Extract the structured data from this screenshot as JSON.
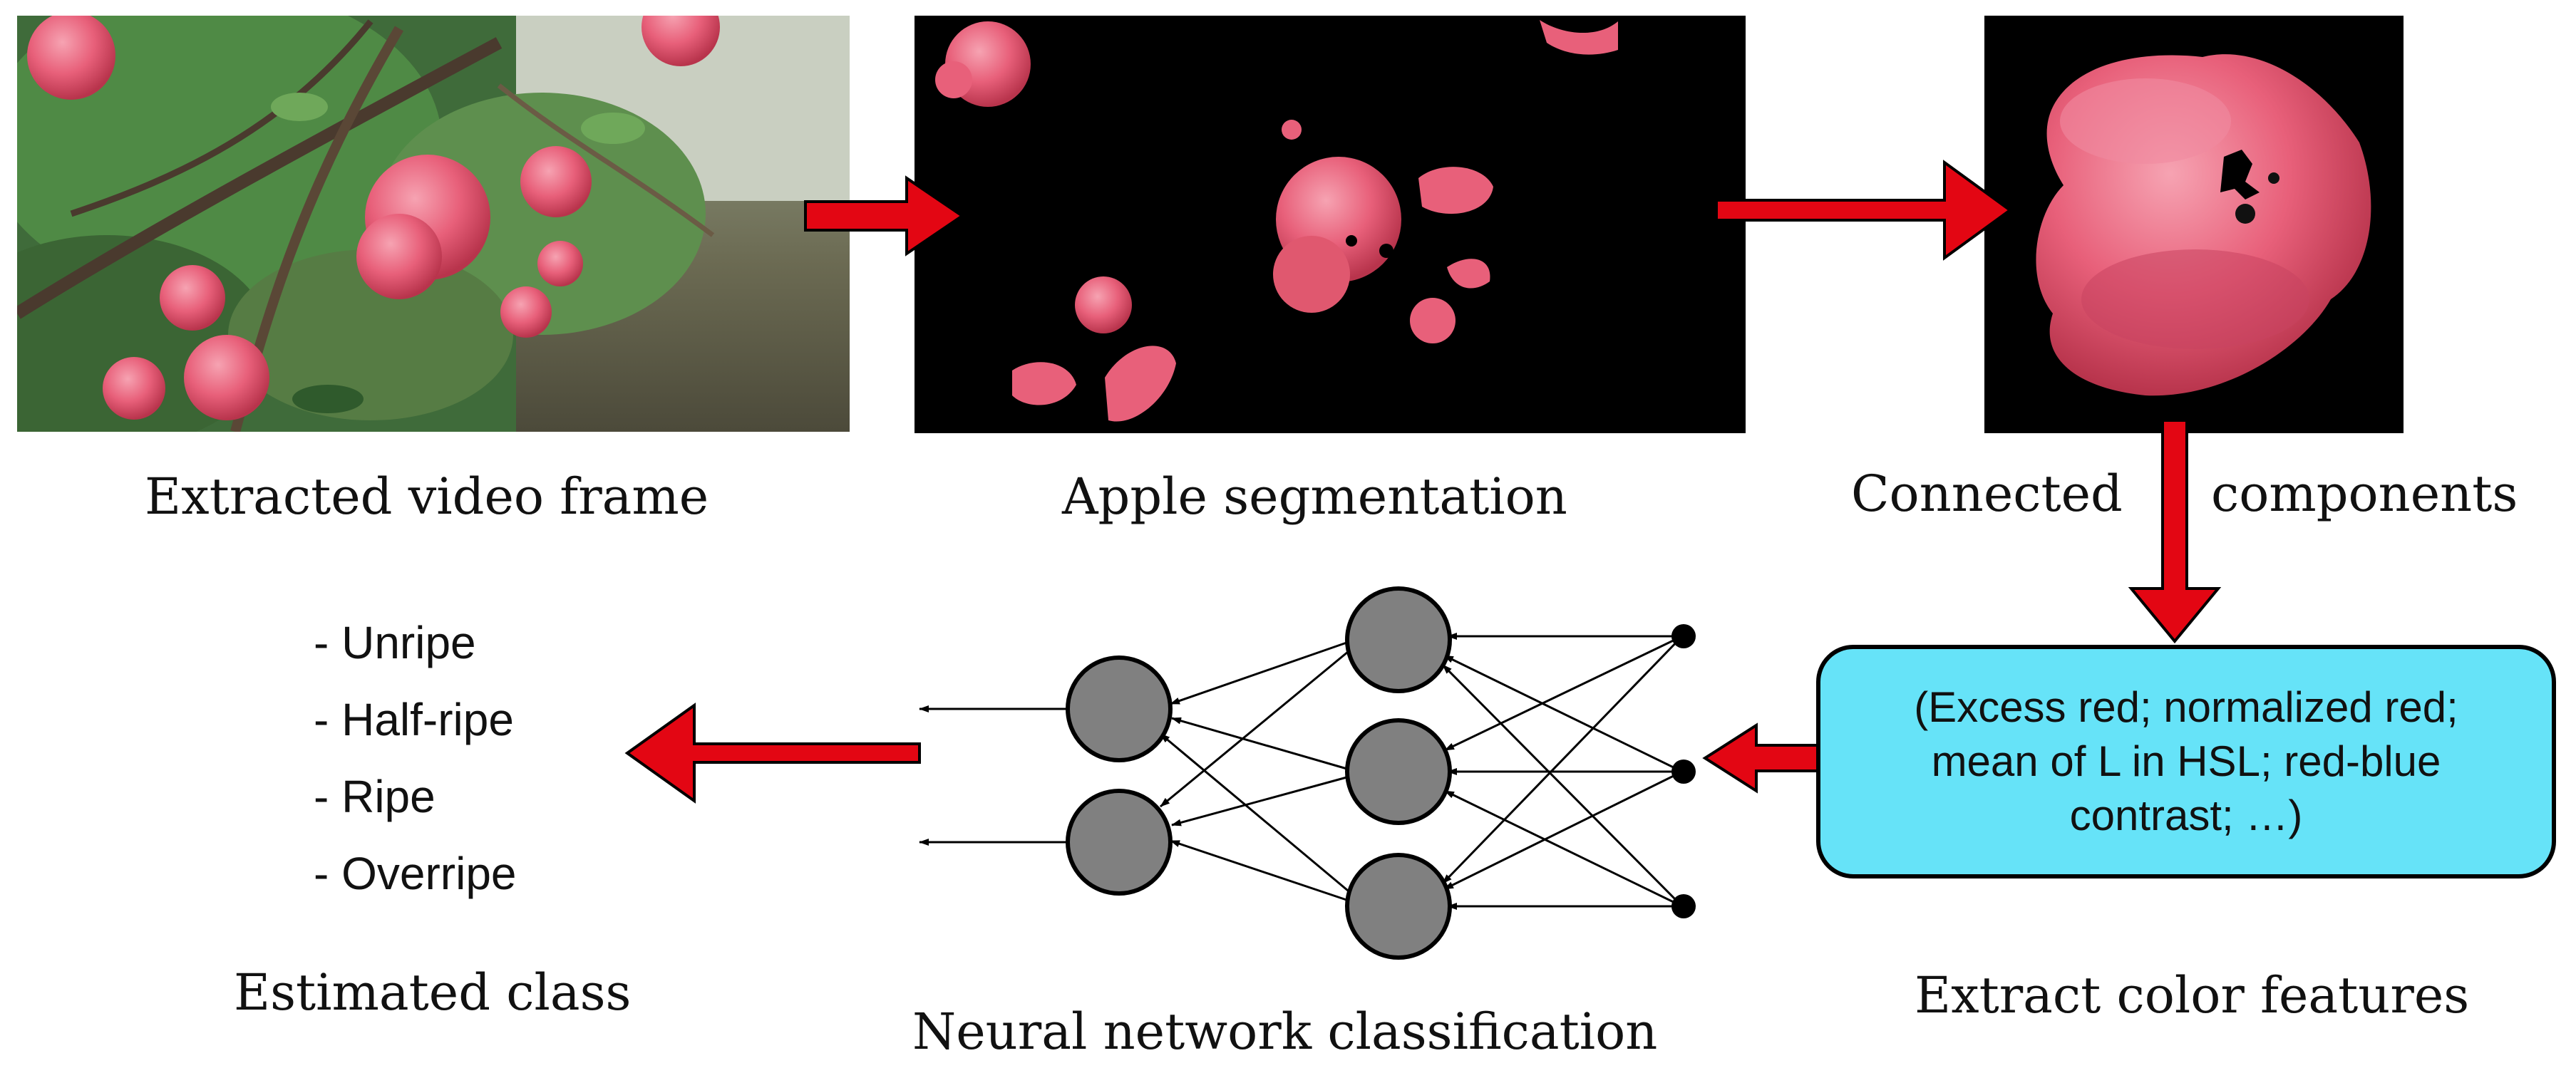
{
  "captions": {
    "frame": "Extracted video frame",
    "segmentation": "Apple segmentation",
    "connected_left": "Connected",
    "connected_right": "components",
    "estimated_class": "Estimated class",
    "nn_classification": "Neural network classification",
    "extract_features": "Extract color features"
  },
  "features_text": "(Excess red; normalized red;\nmean of L in HSL; red-blue\ncontrast; …)",
  "classes": [
    "- Unripe",
    "- Half-ripe",
    "- Ripe",
    "- Overripe"
  ],
  "colors": {
    "arrow_red": "#e30613",
    "box_fill": "#66e3f8",
    "node_fill": "#808080",
    "segmentation_bg": "#000000",
    "apple_pink": "#e8607a"
  },
  "icons": {
    "photo": "apple-tree-photo",
    "segmentation": "segmentation-mask-image",
    "component": "single-apple-component-image",
    "network": "neural-network-icon"
  }
}
